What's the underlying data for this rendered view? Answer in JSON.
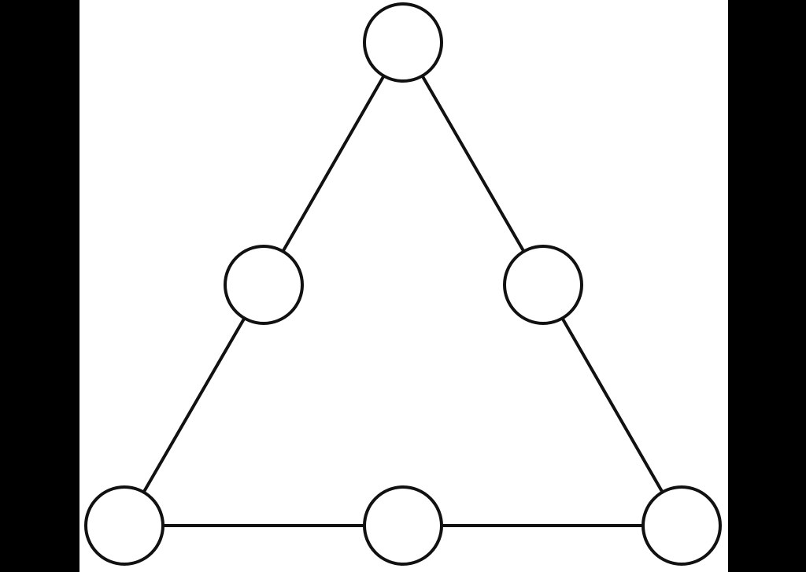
{
  "diagram": {
    "type": "triangle-node-graph",
    "colors": {
      "background": "#ffffff",
      "stroke": "#111111",
      "node_fill": "#ffffff",
      "frame": "#000000"
    },
    "nodes": [
      {
        "id": "top"
      },
      {
        "id": "mid-left"
      },
      {
        "id": "mid-right"
      },
      {
        "id": "bottom-left"
      },
      {
        "id": "bottom-middle"
      },
      {
        "id": "bottom-right"
      }
    ],
    "edges": [
      [
        "top",
        "mid-left"
      ],
      [
        "mid-left",
        "bottom-left"
      ],
      [
        "top",
        "mid-right"
      ],
      [
        "mid-right",
        "bottom-right"
      ],
      [
        "bottom-left",
        "bottom-middle"
      ],
      [
        "bottom-middle",
        "bottom-right"
      ]
    ]
  }
}
